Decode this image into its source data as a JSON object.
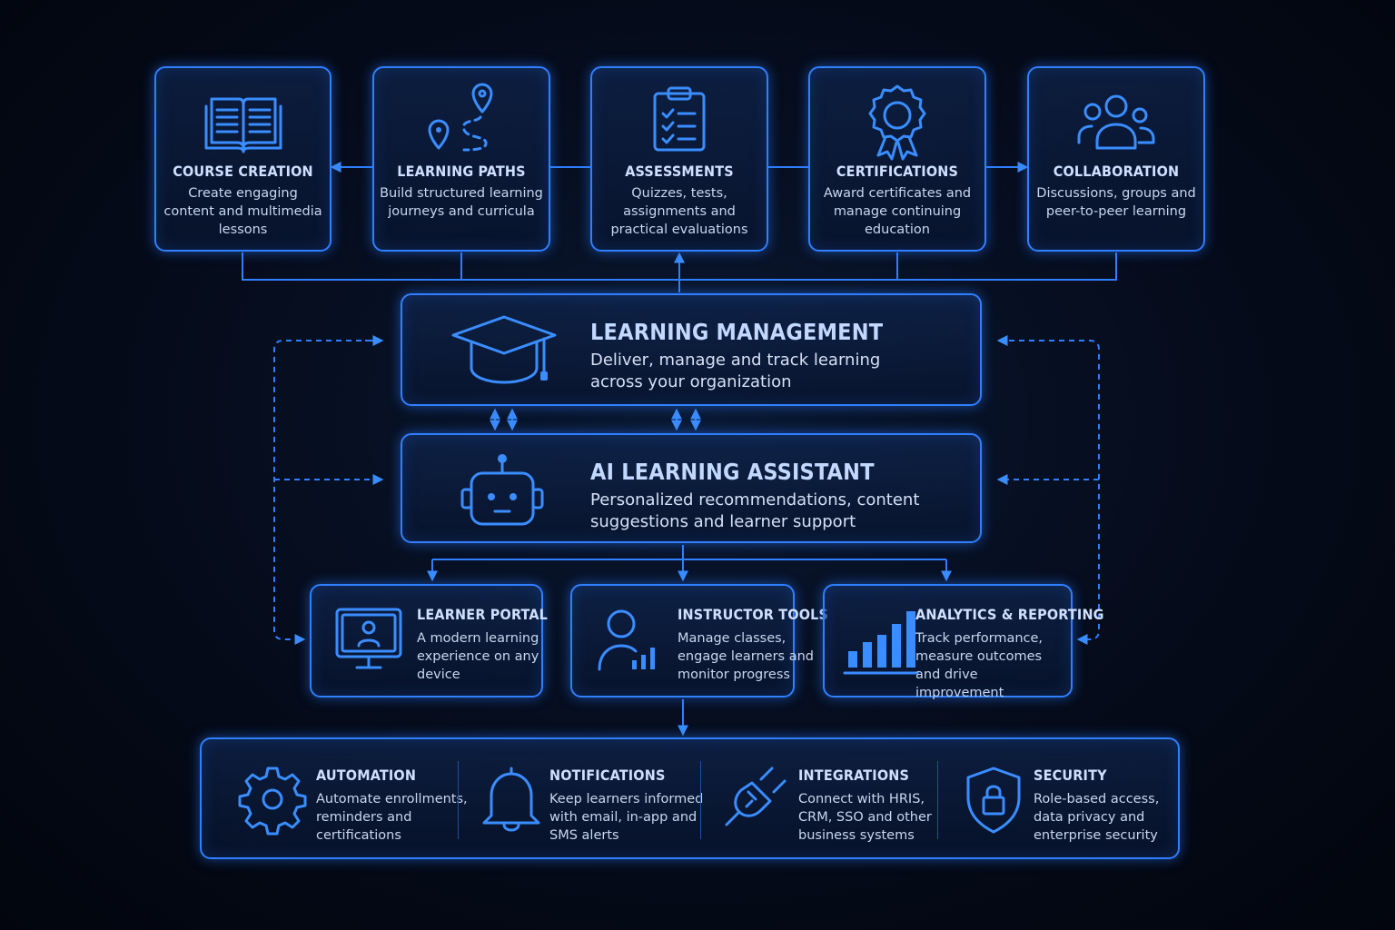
{
  "top_modules": [
    {
      "title": "COURSE CREATION",
      "desc": "Create engaging content and multimedia lessons",
      "icon": "open-book-icon"
    },
    {
      "title": "LEARNING PATHS",
      "desc": "Build structured learning journeys and curricula",
      "icon": "route-pins-icon"
    },
    {
      "title": "ASSESSMENTS",
      "desc": "Quizzes, tests, assignments and practical evaluations",
      "icon": "clipboard-checklist-icon"
    },
    {
      "title": "CERTIFICATIONS",
      "desc": "Award certificates and manage continuing education",
      "icon": "award-badge-icon"
    },
    {
      "title": "COLLABORATION",
      "desc": "Discussions, groups and peer-to-peer learning",
      "icon": "users-group-icon"
    }
  ],
  "learning_management": {
    "title": "LEARNING MANAGEMENT",
    "desc": "Deliver, manage and track learning across your organization",
    "icon": "graduation-cap-icon"
  },
  "ai_assistant": {
    "title": "AI LEARNING ASSISTANT",
    "desc": "Personalized recommendations, content suggestions and learner support",
    "icon": "robot-icon"
  },
  "mid_modules": [
    {
      "title": "LEARNER PORTAL",
      "desc": "A modern learning experience on any device",
      "icon": "monitor-user-icon"
    },
    {
      "title": "INSTRUCTOR TOOLS",
      "desc": "Manage classes, engage learners and monitor progress",
      "icon": "instructor-chart-icon"
    },
    {
      "title": "ANALYTICS & REPORTING",
      "desc": "Track performance, measure outcomes and drive improvement",
      "icon": "bar-chart-icon"
    }
  ],
  "bottom_services": [
    {
      "title": "AUTOMATION",
      "desc": "Automate enrollments, reminders and certifications",
      "icon": "gear-icon"
    },
    {
      "title": "NOTIFICATIONS",
      "desc": "Keep learners informed with email, in-app and SMS alerts",
      "icon": "bell-icon"
    },
    {
      "title": "INTEGRATIONS",
      "desc": "Connect with HRIS, CRM, SSO and other business systems",
      "icon": "plug-icon"
    },
    {
      "title": "SECURITY",
      "desc": "Role-based access, data privacy and enterprise security",
      "icon": "shield-lock-icon"
    }
  ],
  "colors": {
    "accent": "#2f7fff",
    "background": "#050b1a",
    "text": "#dbe6ff"
  }
}
